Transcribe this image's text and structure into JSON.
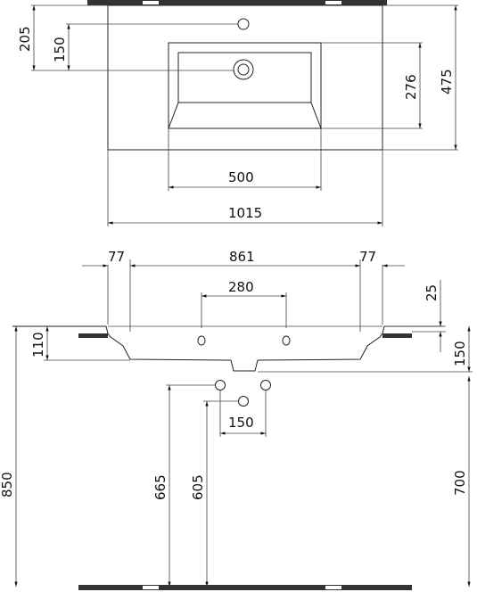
{
  "top_view": {
    "dims": {
      "d205": "205",
      "d150": "150",
      "d276": "276",
      "d475": "475",
      "d500": "500",
      "d1015": "1015"
    }
  },
  "front_view": {
    "dims": {
      "d77_left": "77",
      "d861": "861",
      "d77_right": "77",
      "d280": "280",
      "d25": "25",
      "d110": "110",
      "d150_right": "150",
      "d150_bottom": "150",
      "d850": "850",
      "d665": "665",
      "d605": "605",
      "d700": "700"
    }
  },
  "colors": {
    "line": "#222222",
    "wall": "#333333"
  }
}
